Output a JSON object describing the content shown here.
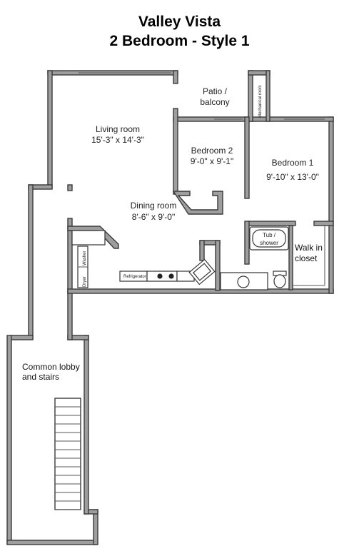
{
  "title": {
    "line1": "Valley Vista",
    "line2": "2 Bedroom - Style 1"
  },
  "rooms": {
    "living": {
      "name": "Living room",
      "dims": "15'-3\" x 14'-3\""
    },
    "patio": {
      "line1": "Patio /",
      "line2": "balcony"
    },
    "mechanical": {
      "name": "Mechanical room"
    },
    "bedroom2": {
      "name": "Bedroom 2",
      "dims": "9'-0\" x 9'-1\""
    },
    "bedroom1": {
      "name": "Bedroom 1",
      "dims": "9'-10\" x 13'-0\""
    },
    "dining": {
      "name": "Dining room",
      "dims": "8'-6\" x 9'-0\""
    },
    "tub": {
      "line1": "Tub /",
      "line2": "shower"
    },
    "closet": {
      "line1": "Walk in",
      "line2": "closet"
    },
    "lobby": {
      "line1": "Common lobby",
      "line2": "and stairs"
    }
  },
  "appliances": {
    "dryer": "Dryer",
    "washer": "Washer",
    "refrigerator": "Refrigerator"
  },
  "colors": {
    "wall_fill": "#9e9e9e",
    "wall_stroke": "#3a3a3a"
  }
}
